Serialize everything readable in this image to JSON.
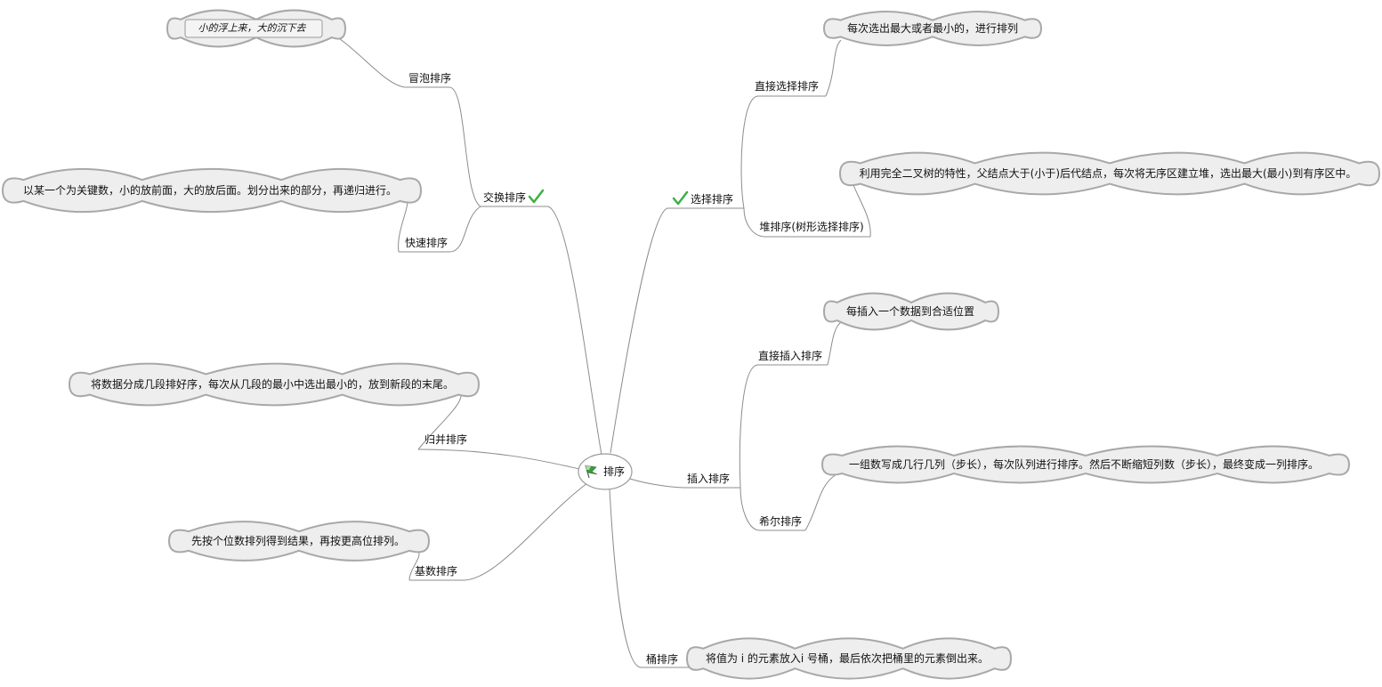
{
  "root": {
    "label": "排序"
  },
  "branches": {
    "exchange": {
      "label": "交换排序",
      "check_color": "#3cb043"
    },
    "bubble": {
      "label": "冒泡排序",
      "note": "小的浮上来，大的沉下去"
    },
    "quick": {
      "label": "快速排序",
      "note": "以某一个为关键数，小的放前面，大的放后面。划分出来的部分，再递归进行。"
    },
    "merge": {
      "label": "归并排序",
      "note": "将数据分成几段排好序，每次从几段的最小中选出最小的，放到新段的末尾。"
    },
    "radix": {
      "label": "基数排序",
      "note": "先按个位数排列得到结果，再按更高位排列。"
    },
    "selection": {
      "label": "选择排序",
      "check_color": "#3cb043"
    },
    "direct_select": {
      "label": "直接选择排序",
      "note": "每次选出最大或者最小的，进行排列"
    },
    "heap": {
      "label": "堆排序(树形选择排序)",
      "note": "利用完全二叉树的特性，父结点大于(小于)后代结点，每次将无序区建立堆，选出最大(最小)到有序区中。"
    },
    "insertion": {
      "label": "插入排序"
    },
    "direct_insert": {
      "label": "直接插入排序",
      "note": "每插入一个数据到合适位置"
    },
    "shell": {
      "label": "希尔排序",
      "note": "一组数写成几行几列（步长），每次队列进行排序。然后不断缩短列数（步长），最终变成一列排序。"
    },
    "bucket": {
      "label": "桶排序",
      "note": "将值为 i 的元素放入i 号桶，最后依次把桶里的元素倒出来。"
    }
  },
  "colors": {
    "line": "#8c8c8c",
    "cloud_fill": "#eeeeee",
    "cloud_stroke": "#a8a8a8"
  }
}
